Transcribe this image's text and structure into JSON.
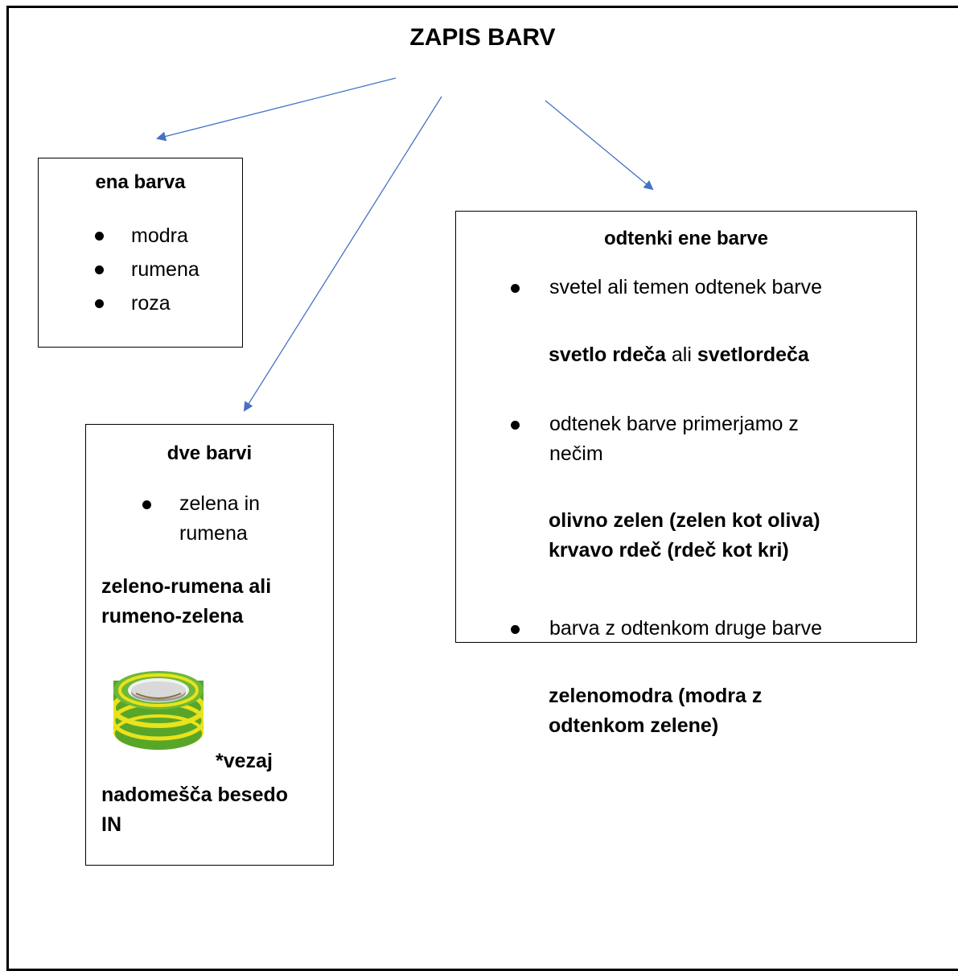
{
  "title": "ZAPIS BARV",
  "boxes": {
    "ena_barva": {
      "heading": "ena barva",
      "items": [
        "modra",
        "rumena",
        "roza"
      ]
    },
    "dve_barvi": {
      "heading": "dve barvi",
      "items": [
        "zelena in rumena"
      ],
      "combo_line_1": "zeleno-rumena ali",
      "combo_line_2": "rumeno-zelena",
      "note_line_1": "*vezaj",
      "note_line_2": "nadomešča besedo",
      "note_line_3": "IN"
    },
    "odtenki": {
      "heading": "odtenki ene barve",
      "item_1": "svetel ali temen odtenek barve",
      "example_1_a": "svetlo rdeča",
      "example_1_or": "ali",
      "example_1_b": "svetlordeča",
      "item_2_line_1": "odtenek barve primerjamo z",
      "item_2_line_2": "nečim",
      "example_2_line_1": "olivno zelen (zelen kot oliva)",
      "example_2_line_2": "krvavo rdeč (rdeč kot kri)",
      "item_3": "barva z odtenkom druge barve",
      "example_3_line_1": "zelenomodra (modra z",
      "example_3_line_2": "odtenkom zelene)"
    }
  },
  "colors": {
    "arrow": "#4472C4",
    "border": "#000000",
    "tape_green": "#58A629",
    "tape_yellow": "#E9E21C"
  }
}
